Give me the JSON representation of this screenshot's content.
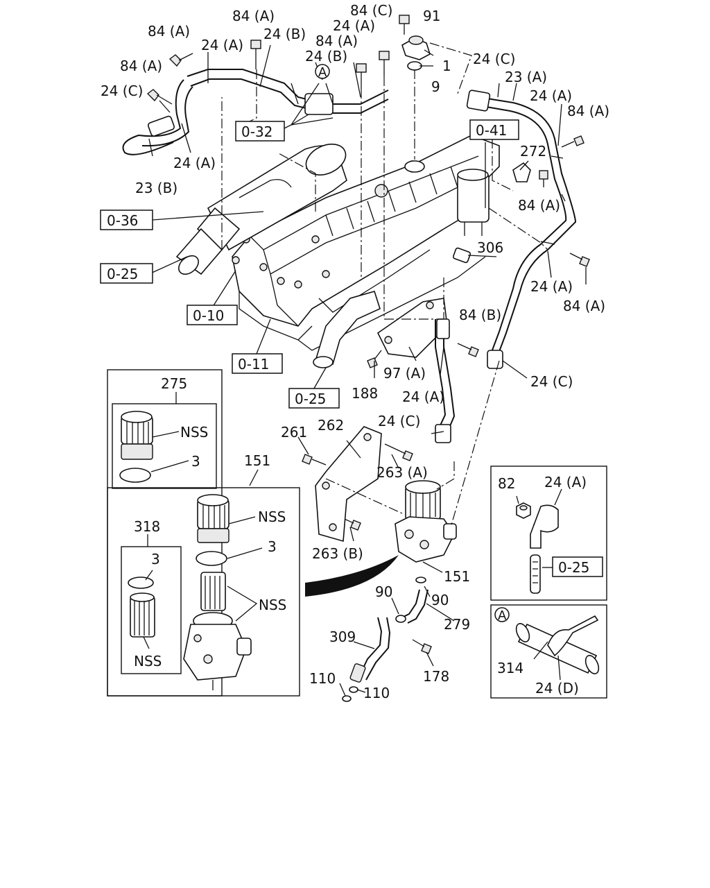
{
  "labels": {
    "l_84a_1": "84 (A)",
    "l_84a_2": "84 (A)",
    "l_84a_3": "84 (A)",
    "l_84a_4": "84 (A)",
    "l_84a_5": "84 (A)",
    "l_84a_6": "84 (A)",
    "l_84a_7": "84 (A)",
    "l_84b": "84 (B)",
    "l_84c": "84 (C)",
    "l_24a_1": "24 (A)",
    "l_24a_2": "24 (A)",
    "l_24a_3": "24 (A)",
    "l_24a_4": "24 (A)",
    "l_24a_5": "24 (A)",
    "l_24a_6": "24 (A)",
    "l_24a_7": "24 (A)",
    "l_24b_1": "24 (B)",
    "l_24b_2": "24 (B)",
    "l_24c_1": "24 (C)",
    "l_24c_2": "24 (C)",
    "l_24c_3": "24 (C)",
    "l_24c_4": "24 (C)",
    "l_24d": "24 (D)",
    "l_23a": "23 (A)",
    "l_23b": "23 (B)",
    "l_91": "91",
    "l_1": "1",
    "l_9": "9",
    "l_272": "272",
    "l_306": "306",
    "l_97a": "97 (A)",
    "l_188": "188",
    "l_275": "275",
    "l_151_1": "151",
    "l_151_2": "151",
    "l_318": "318",
    "l_nss_1": "NSS",
    "l_nss_2": "NSS",
    "l_nss_3": "NSS",
    "l_nss_4": "NSS",
    "l_3_1": "3",
    "l_3_2": "3",
    "l_3_3": "3",
    "l_261": "261",
    "l_262": "262",
    "l_263a": "263 (A)",
    "l_263b": "263 (B)",
    "l_90_1": "90",
    "l_90_2": "90",
    "l_279": "279",
    "l_309": "309",
    "l_178": "178",
    "l_110_1": "110",
    "l_110_2": "110",
    "l_82": "82",
    "l_314": "314",
    "l_circle_a_1": "A",
    "l_circle_a_2": "A"
  },
  "refs": {
    "r_032": "0-32",
    "r_041": "0-41",
    "r_036": "0-36",
    "r_025_1": "0-25",
    "r_010": "0-10",
    "r_011": "0-11",
    "r_025_2": "0-25",
    "r_025_3": "0-25"
  }
}
